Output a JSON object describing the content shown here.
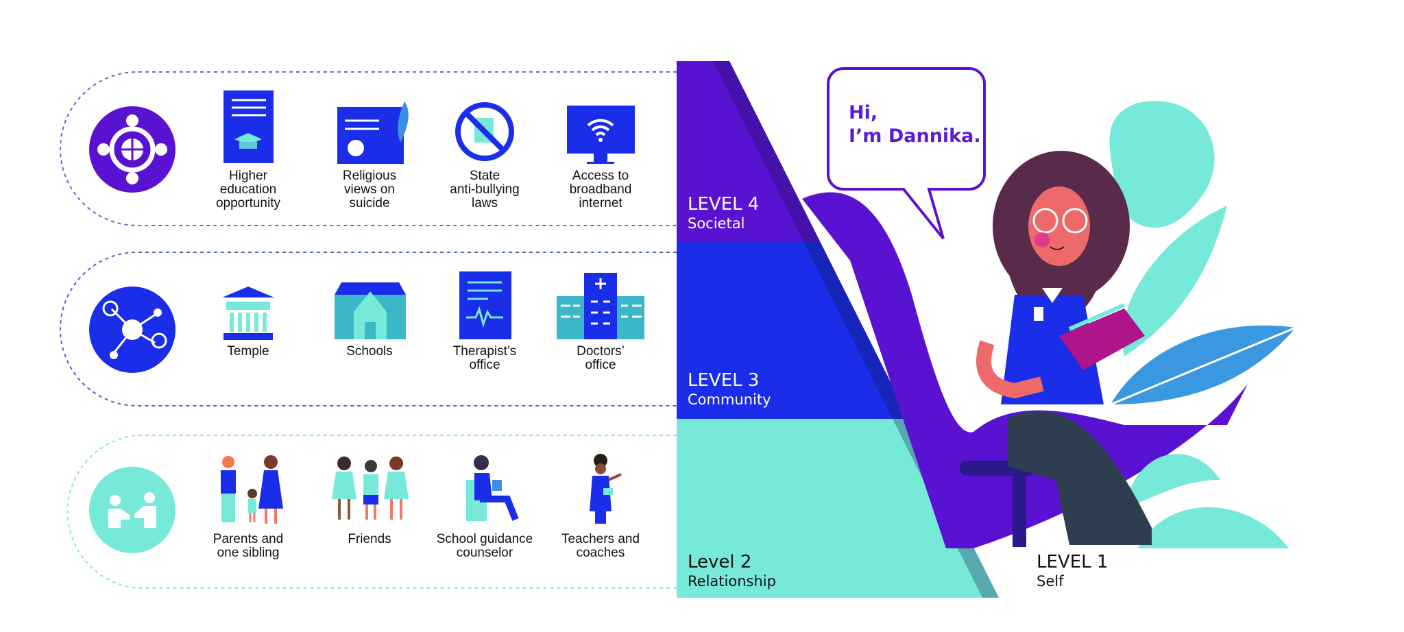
{
  "colors": {
    "purple": "#5a12d2",
    "blue": "#1a2de8",
    "teal": "#76e9d9",
    "navy": "#2e3e50",
    "white": "#ffffff"
  },
  "rows": [
    {
      "level": "societal",
      "icon": "globe-network-icon",
      "items": [
        {
          "icon": "diploma-icon",
          "lines": [
            "Higher",
            "education",
            "opportunity"
          ]
        },
        {
          "icon": "religious-document-icon",
          "lines": [
            "Religious",
            "views on",
            "suicide"
          ]
        },
        {
          "icon": "no-bullying-icon",
          "lines": [
            "State",
            "anti-bullying",
            "laws"
          ]
        },
        {
          "icon": "wifi-monitor-icon",
          "lines": [
            "Access to",
            "broadband",
            "internet"
          ]
        }
      ]
    },
    {
      "level": "community",
      "icon": "people-network-icon",
      "items": [
        {
          "icon": "temple-icon",
          "lines": [
            "Temple"
          ]
        },
        {
          "icon": "school-icon",
          "lines": [
            "Schools"
          ]
        },
        {
          "icon": "therapist-report-icon",
          "lines": [
            "Therapist’s",
            "office"
          ]
        },
        {
          "icon": "hospital-icon",
          "lines": [
            "Doctors’",
            "office"
          ]
        }
      ]
    },
    {
      "level": "relationship",
      "icon": "handshake-people-icon",
      "items": [
        {
          "icon": "family-icon",
          "lines": [
            "Parents and",
            "one sibling"
          ]
        },
        {
          "icon": "friends-icon",
          "lines": [
            "Friends"
          ]
        },
        {
          "icon": "counselor-icon",
          "lines": [
            "School guidance",
            "counselor"
          ]
        },
        {
          "icon": "teacher-icon",
          "lines": [
            "Teachers and",
            "coaches"
          ]
        }
      ]
    }
  ],
  "levels": [
    {
      "title": "LEVEL 4",
      "subtitle": "Societal"
    },
    {
      "title": "LEVEL 3",
      "subtitle": "Community"
    },
    {
      "title": "Level 2",
      "subtitle": "Relationship"
    },
    {
      "title": "LEVEL 1",
      "subtitle": "Self"
    }
  ],
  "speech": {
    "line1": "Hi,",
    "line2": "I’m Dannika."
  }
}
